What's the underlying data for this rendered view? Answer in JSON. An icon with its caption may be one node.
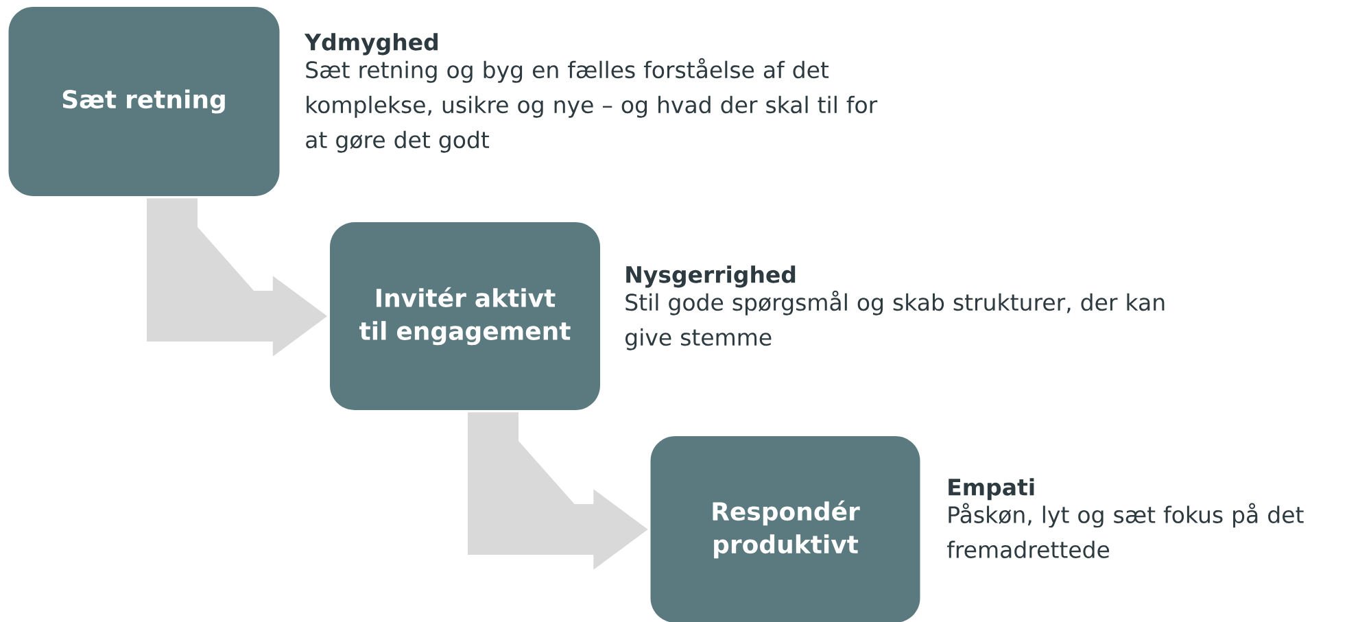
{
  "diagram": {
    "nodes": [
      {
        "text": [
          "Sæt retning"
        ],
        "beside": [
          "Ydmyghed",
          "Sæt retning og byg en fælles forståelse af det komplekse, usikre og nye – og hvad der skal til for at gøre det godt"
        ]
      },
      {
        "text": [
          "Invitér aktivt til engagement"
        ],
        "beside": [
          "Nysgerrighed",
          "Stil gode spørgsmål og skab strukturer, der kan give stemme"
        ]
      },
      {
        "text": [
          "Respondér produktivt"
        ],
        "beside": [
          "Empati",
          "Påskøn, lyt og sæt fokus på det fremadrettede"
        ]
      }
    ],
    "edges": [
      {
        "from": 0,
        "to": 1,
        "arrow": "to"
      },
      {
        "from": 1,
        "to": 2,
        "arrow": "to"
      }
    ]
  }
}
